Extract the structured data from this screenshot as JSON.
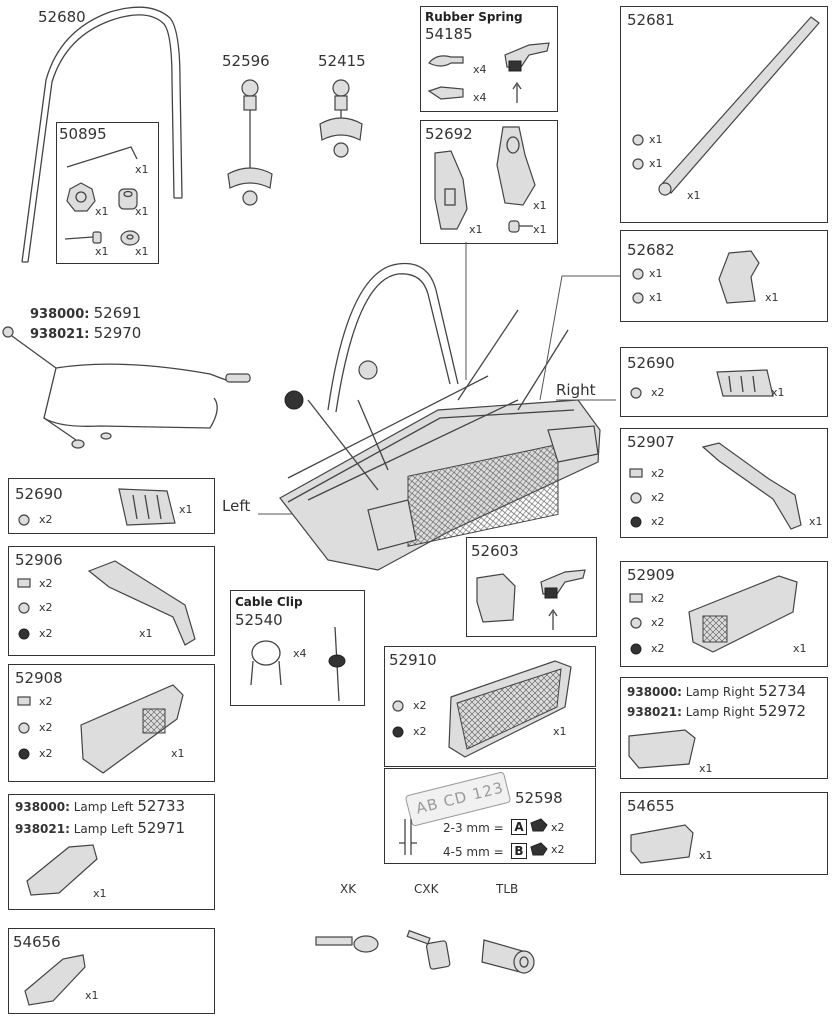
{
  "parts": {
    "p52680": "52680",
    "p50895": "50895",
    "p52596": "52596",
    "p52415": "52415",
    "rubber_title": "Rubber Spring",
    "p54185": "54185",
    "p52692": "52692",
    "p52681": "52681",
    "p52682": "52682",
    "p52690r": "52690",
    "p52907": "52907",
    "p52690l": "52690",
    "p52906": "52906",
    "p52908": "52908",
    "cable_title": "Cable Clip",
    "p52540": "52540",
    "p52603": "52603",
    "p52909": "52909",
    "p52910": "52910",
    "p52598": "52598",
    "p54655": "54655",
    "p54656": "54656"
  },
  "qty": {
    "x1": "x1",
    "x2": "x2",
    "x4": "x4"
  },
  "wiring": {
    "l1_code": "938000:",
    "l1_part": "52691",
    "l2_code": "938021:",
    "l2_part": "52970"
  },
  "lamp_left": {
    "l1_code": "938000:",
    "l1_text": "Lamp Left",
    "l1_part": "52733",
    "l2_code": "938021:",
    "l2_text": "Lamp Left",
    "l2_part": "52971"
  },
  "lamp_right": {
    "l1_code": "938000:",
    "l1_text": "Lamp Right",
    "l1_part": "52734",
    "l2_code": "938021:",
    "l2_text": "Lamp Right",
    "l2_part": "52972"
  },
  "plate": {
    "text": "AB CD 123",
    "r1": "2-3 mm =",
    "r1_box": "A",
    "r2": "4-5 mm =",
    "r2_box": "B"
  },
  "sides": {
    "left": "Left",
    "right": "Right"
  },
  "keys": {
    "k1": "XK",
    "k2": "CXK",
    "k3": "TLB"
  }
}
